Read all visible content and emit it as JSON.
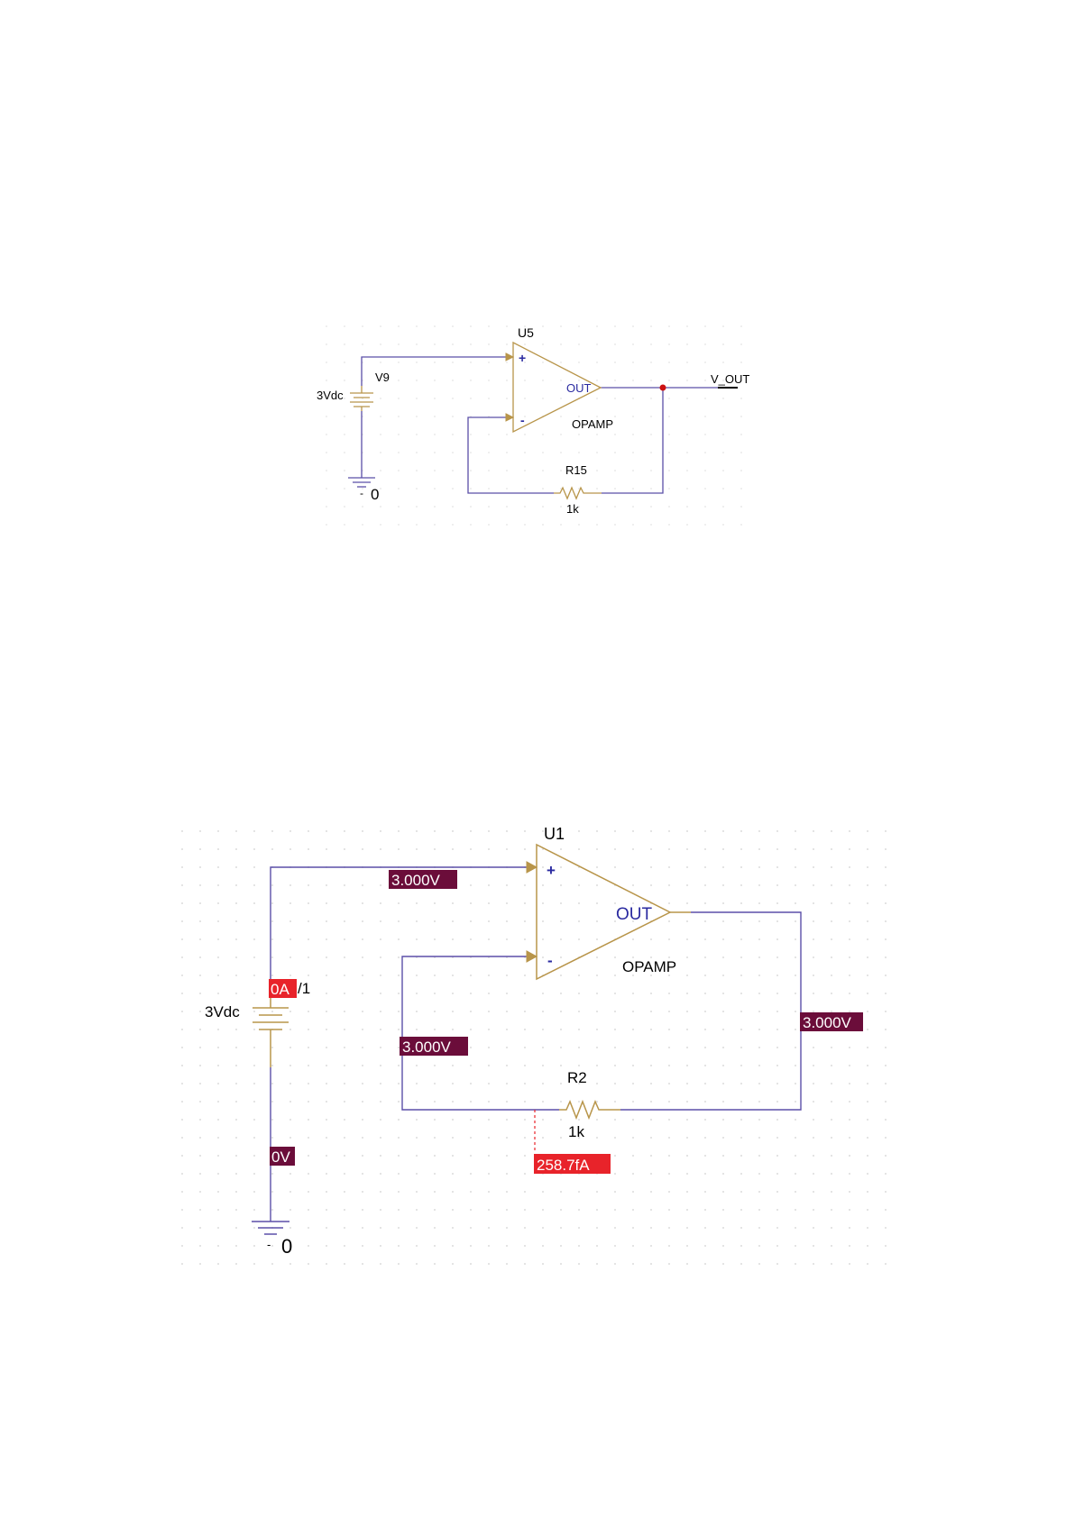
{
  "colors": {
    "wire": "#5b4fa8",
    "component": "#b8954a",
    "pin_text": "#2a2aa0",
    "label": "#000000",
    "voltage_marker_bg": "#6b0d3a",
    "current_marker_bg": "#e8232a",
    "marker_text": "#ffffff",
    "node_dot": "#cc1111",
    "grid_dot": "#dcdcdc"
  },
  "schematic_top": {
    "opamp_ref": "U5",
    "opamp_model": "OPAMP",
    "opamp_out_pin": "OUT",
    "plus_pin": "+",
    "minus_pin": "-",
    "source_ref": "V9",
    "source_value": "3Vdc",
    "resistor_ref": "R15",
    "resistor_value": "1k",
    "net_label": "V_OUT",
    "ground_label": "0",
    "ground_minus": "-"
  },
  "schematic_bottom": {
    "opamp_ref": "U1",
    "opamp_model": "OPAMP",
    "opamp_out_pin": "OUT",
    "plus_pin": "+",
    "minus_pin": "-",
    "source_value": "3Vdc",
    "source_current": "0A",
    "source_current_suffix": "/1",
    "resistor_ref": "R2",
    "resistor_value": "1k",
    "ground_label": "0",
    "ground_minus": "-",
    "voltage_plus_input": "3.000V",
    "voltage_minus_input": "3.000V",
    "voltage_output": "3.000V",
    "voltage_ground": "0V",
    "resistor_current": "258.7fA"
  }
}
